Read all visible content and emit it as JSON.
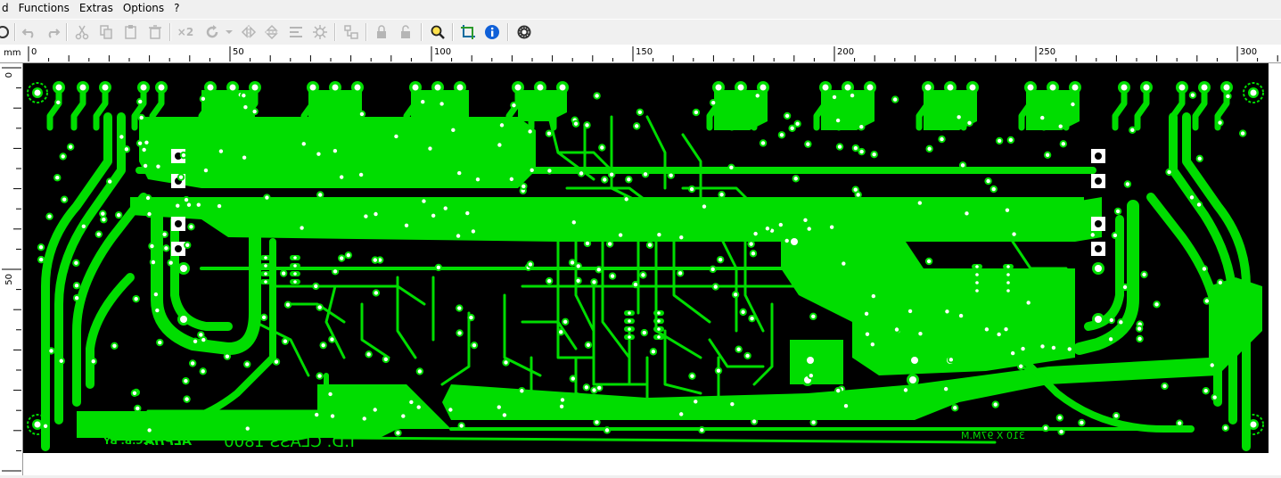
{
  "menu": {
    "items": [
      "d",
      "Functions",
      "Extras",
      "Options",
      "?"
    ]
  },
  "toolbar": {
    "zoom_x2_label": "×2",
    "icons": [
      "undo-icon",
      "redo-icon",
      "cut-icon",
      "copy-icon",
      "paste-icon",
      "delete-icon",
      "times-two-icon",
      "rotate-icon",
      "mirror-horizontal-icon",
      "mirror-vertical-icon",
      "align-icon",
      "snap-icon",
      "group-icon",
      "lock-icon",
      "unlock-icon",
      "zoom-icon",
      "crop-icon",
      "info-icon",
      "photo-icon"
    ]
  },
  "ruler": {
    "unit": "mm",
    "top_labels": [
      "0",
      "50",
      "100",
      "150",
      "200",
      "250",
      "300"
    ],
    "left_labels": [
      "0",
      "50"
    ]
  },
  "board": {
    "copper_color": "#00dd00",
    "background_color": "#000000",
    "text_left": "P.C.B. BY",
    "logo_text": "ALPHA",
    "title_text": "T.D. CLASS 1800",
    "size_text": "310 X 97M.M"
  }
}
